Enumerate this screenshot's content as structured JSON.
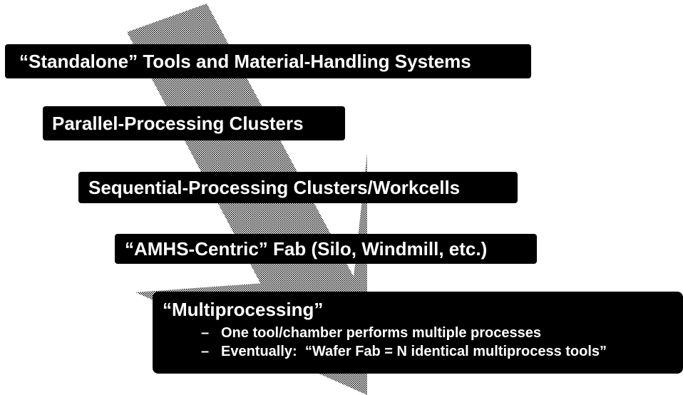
{
  "stages": [
    {
      "label": "“Standalone” Tools and Material-Handling Systems"
    },
    {
      "label": "Parallel-Processing Clusters"
    },
    {
      "label": "Sequential-Processing Clusters/Workcells"
    },
    {
      "label": "“AMHS-Centric” Fab (Silo, Windmill, etc.)"
    },
    {
      "label": "“Multiprocessing”",
      "bullets": [
        {
          "dash": "–",
          "text": "One tool/chamber performs multiple processes"
        },
        {
          "dash": "–",
          "text": "Eventually:  “Wafer Fab = N identical multiprocess tools”"
        }
      ]
    }
  ],
  "colors": {
    "box_fill": "#000000",
    "box_text": "#ffffff",
    "arrow_pattern": "#000000"
  }
}
